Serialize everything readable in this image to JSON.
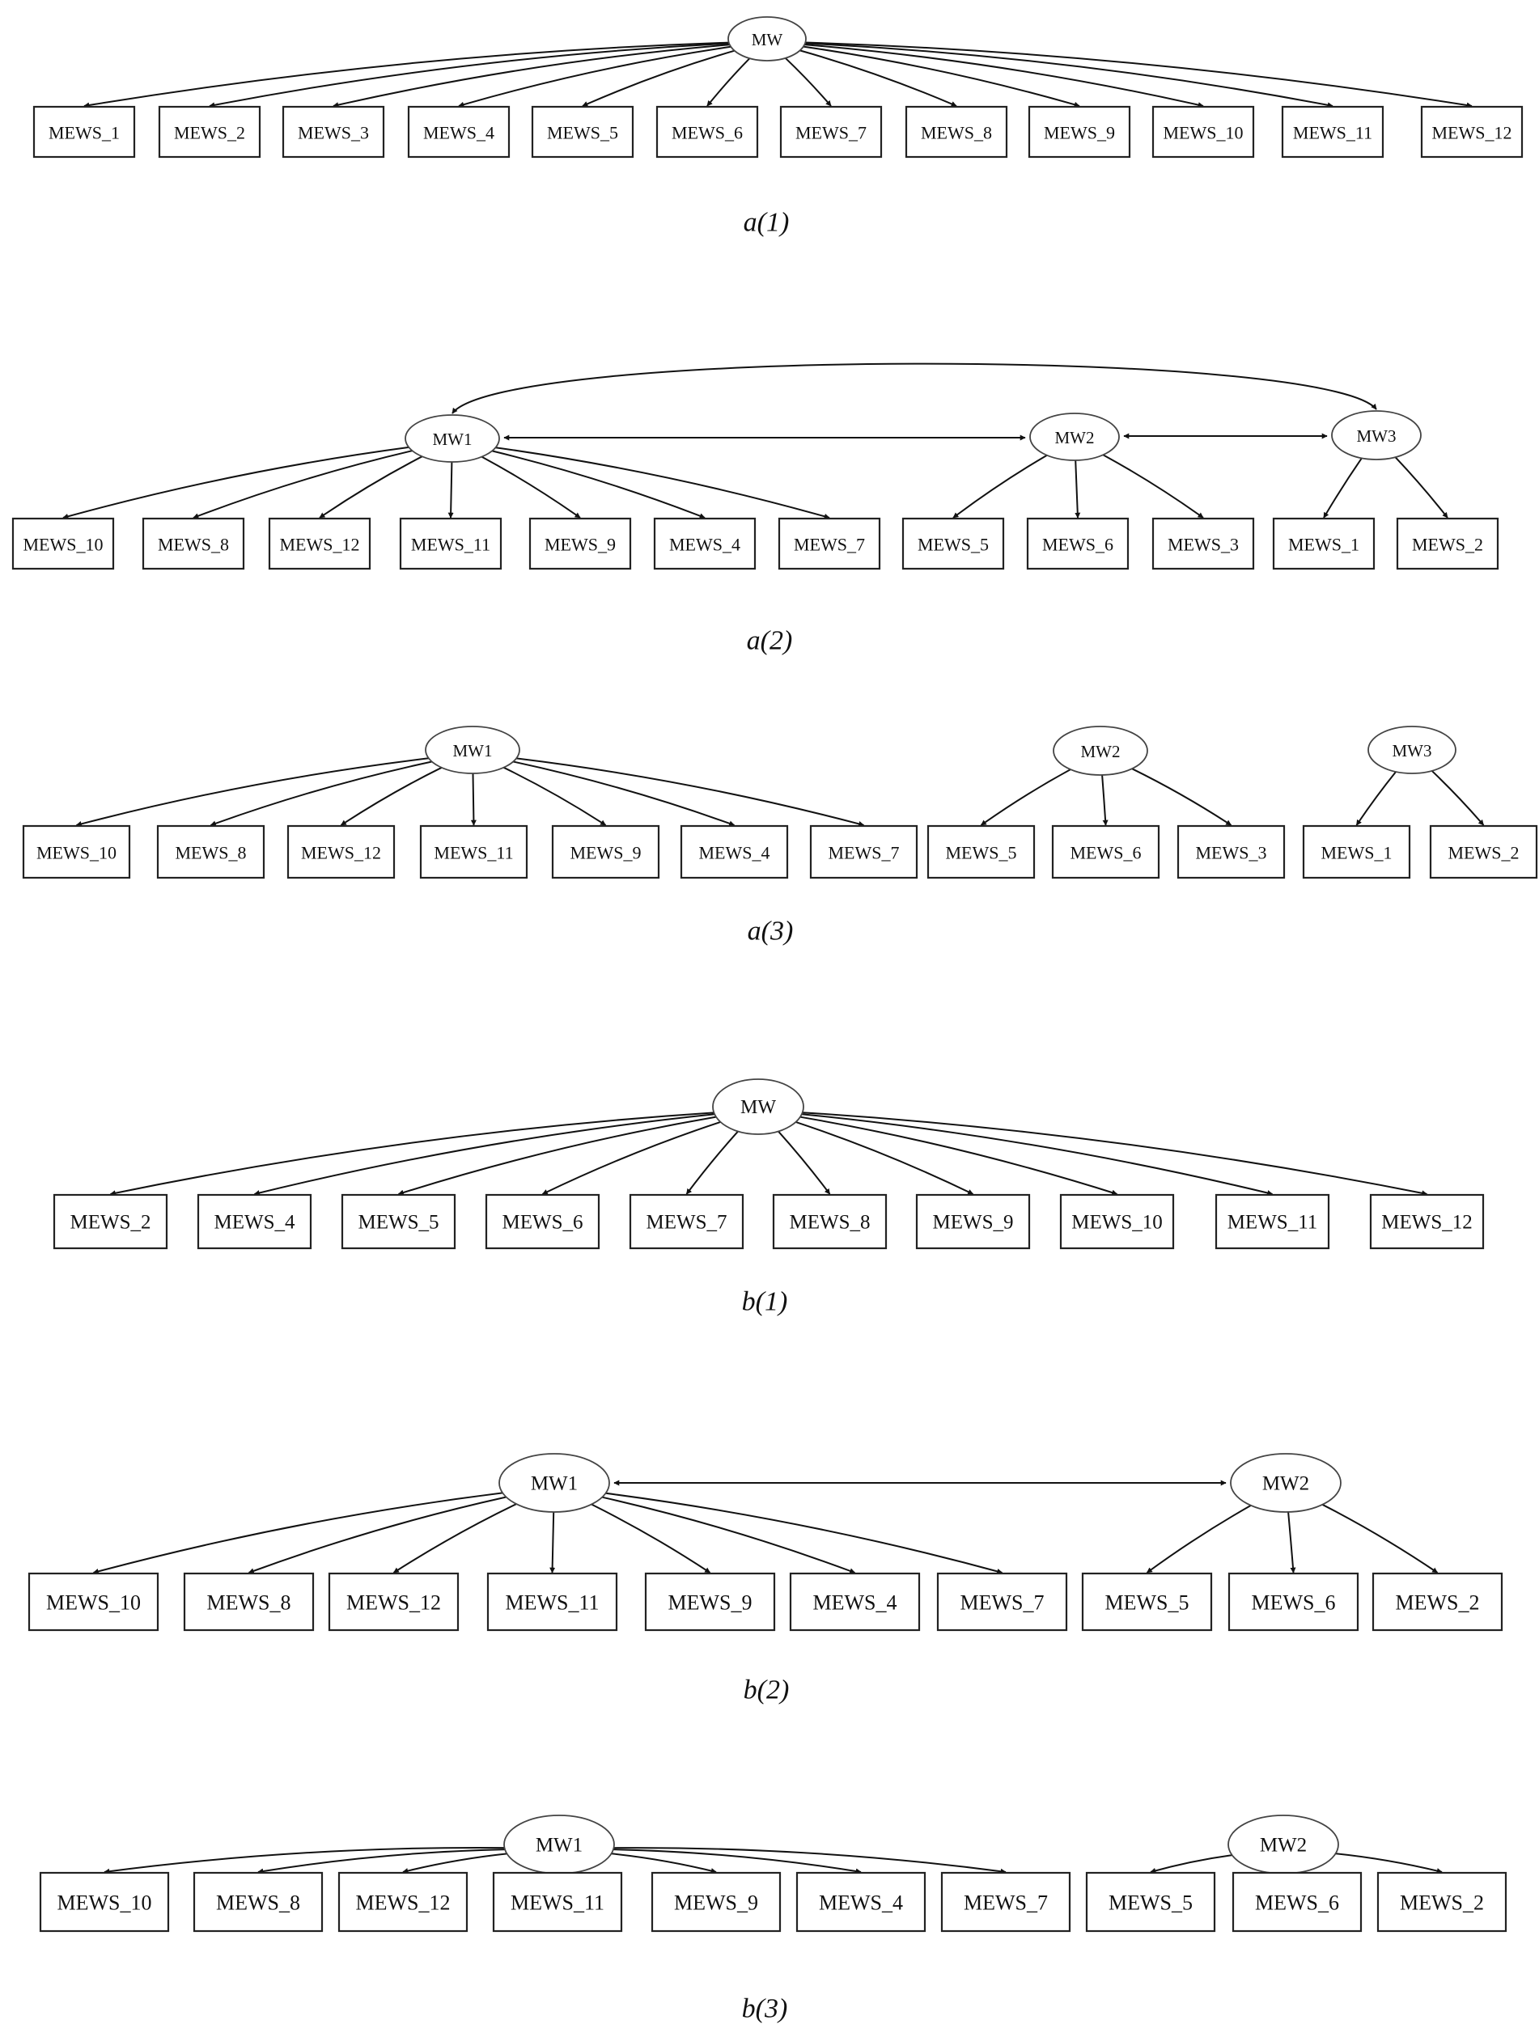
{
  "diagrams": [
    {
      "caption": "a(1)",
      "latents": [
        {
          "id": "MW",
          "label": "MW"
        }
      ],
      "indicators": [
        {
          "label": "MEWS_1",
          "factor": "MW"
        },
        {
          "label": "MEWS_2",
          "factor": "MW"
        },
        {
          "label": "MEWS_3",
          "factor": "MW"
        },
        {
          "label": "MEWS_4",
          "factor": "MW"
        },
        {
          "label": "MEWS_5",
          "factor": "MW"
        },
        {
          "label": "MEWS_6",
          "factor": "MW"
        },
        {
          "label": "MEWS_7",
          "factor": "MW"
        },
        {
          "label": "MEWS_8",
          "factor": "MW"
        },
        {
          "label": "MEWS_9",
          "factor": "MW"
        },
        {
          "label": "MEWS_10",
          "factor": "MW"
        },
        {
          "label": "MEWS_11",
          "factor": "MW"
        },
        {
          "label": "MEWS_12",
          "factor": "MW"
        }
      ],
      "covariances": []
    },
    {
      "caption": "a(2)",
      "latents": [
        {
          "id": "MW1",
          "label": "MW1"
        },
        {
          "id": "MW2",
          "label": "MW2"
        },
        {
          "id": "MW3",
          "label": "MW3"
        }
      ],
      "indicators": [
        {
          "label": "MEWS_10",
          "factor": "MW1"
        },
        {
          "label": "MEWS_8",
          "factor": "MW1"
        },
        {
          "label": "MEWS_12",
          "factor": "MW1"
        },
        {
          "label": "MEWS_11",
          "factor": "MW1"
        },
        {
          "label": "MEWS_9",
          "factor": "MW1"
        },
        {
          "label": "MEWS_4",
          "factor": "MW1"
        },
        {
          "label": "MEWS_7",
          "factor": "MW1"
        },
        {
          "label": "MEWS_5",
          "factor": "MW2"
        },
        {
          "label": "MEWS_6",
          "factor": "MW2"
        },
        {
          "label": "MEWS_3",
          "factor": "MW2"
        },
        {
          "label": "MEWS_1",
          "factor": "MW3"
        },
        {
          "label": "MEWS_2",
          "factor": "MW3"
        }
      ],
      "covariances": [
        [
          "MW1",
          "MW2"
        ],
        [
          "MW2",
          "MW3"
        ],
        [
          "MW1",
          "MW3"
        ]
      ]
    },
    {
      "caption": "a(3)",
      "latents": [
        {
          "id": "MW1",
          "label": "MW1"
        },
        {
          "id": "MW2",
          "label": "MW2"
        },
        {
          "id": "MW3",
          "label": "MW3"
        }
      ],
      "indicators": [
        {
          "label": "MEWS_10",
          "factor": "MW1"
        },
        {
          "label": "MEWS_8",
          "factor": "MW1"
        },
        {
          "label": "MEWS_12",
          "factor": "MW1"
        },
        {
          "label": "MEWS_11",
          "factor": "MW1"
        },
        {
          "label": "MEWS_9",
          "factor": "MW1"
        },
        {
          "label": "MEWS_4",
          "factor": "MW1"
        },
        {
          "label": "MEWS_7",
          "factor": "MW1"
        },
        {
          "label": "MEWS_5",
          "factor": "MW2"
        },
        {
          "label": "MEWS_6",
          "factor": "MW2"
        },
        {
          "label": "MEWS_3",
          "factor": "MW2"
        },
        {
          "label": "MEWS_1",
          "factor": "MW3"
        },
        {
          "label": "MEWS_2",
          "factor": "MW3"
        }
      ],
      "covariances": []
    },
    {
      "caption": "b(1)",
      "latents": [
        {
          "id": "MW",
          "label": "MW"
        }
      ],
      "indicators": [
        {
          "label": "MEWS_2",
          "factor": "MW"
        },
        {
          "label": "MEWS_4",
          "factor": "MW"
        },
        {
          "label": "MEWS_5",
          "factor": "MW"
        },
        {
          "label": "MEWS_6",
          "factor": "MW"
        },
        {
          "label": "MEWS_7",
          "factor": "MW"
        },
        {
          "label": "MEWS_8",
          "factor": "MW"
        },
        {
          "label": "MEWS_9",
          "factor": "MW"
        },
        {
          "label": "MEWS_10",
          "factor": "MW"
        },
        {
          "label": "MEWS_11",
          "factor": "MW"
        },
        {
          "label": "MEWS_12",
          "factor": "MW"
        }
      ],
      "covariances": []
    },
    {
      "caption": "b(2)",
      "latents": [
        {
          "id": "MW1",
          "label": "MW1"
        },
        {
          "id": "MW2",
          "label": "MW2"
        }
      ],
      "indicators": [
        {
          "label": "MEWS_10",
          "factor": "MW1"
        },
        {
          "label": "MEWS_8",
          "factor": "MW1"
        },
        {
          "label": "MEWS_12",
          "factor": "MW1"
        },
        {
          "label": "MEWS_11",
          "factor": "MW1"
        },
        {
          "label": "MEWS_9",
          "factor": "MW1"
        },
        {
          "label": "MEWS_4",
          "factor": "MW1"
        },
        {
          "label": "MEWS_7",
          "factor": "MW1"
        },
        {
          "label": "MEWS_5",
          "factor": "MW2"
        },
        {
          "label": "MEWS_6",
          "factor": "MW2"
        },
        {
          "label": "MEWS_2",
          "factor": "MW2"
        }
      ],
      "covariances": [
        [
          "MW1",
          "MW2"
        ]
      ]
    },
    {
      "caption": "b(3)",
      "latents": [
        {
          "id": "MW1",
          "label": "MW1"
        },
        {
          "id": "MW2",
          "label": "MW2"
        }
      ],
      "indicators": [
        {
          "label": "MEWS_10",
          "factor": "MW1"
        },
        {
          "label": "MEWS_8",
          "factor": "MW1"
        },
        {
          "label": "MEWS_12",
          "factor": "MW1"
        },
        {
          "label": "MEWS_11",
          "factor": "MW1"
        },
        {
          "label": "MEWS_9",
          "factor": "MW1"
        },
        {
          "label": "MEWS_4",
          "factor": "MW1"
        },
        {
          "label": "MEWS_7",
          "factor": "MW1"
        },
        {
          "label": "MEWS_5",
          "factor": "MW2"
        },
        {
          "label": "MEWS_6",
          "factor": "MW2"
        },
        {
          "label": "MEWS_2",
          "factor": "MW2"
        }
      ],
      "covariances": []
    }
  ]
}
